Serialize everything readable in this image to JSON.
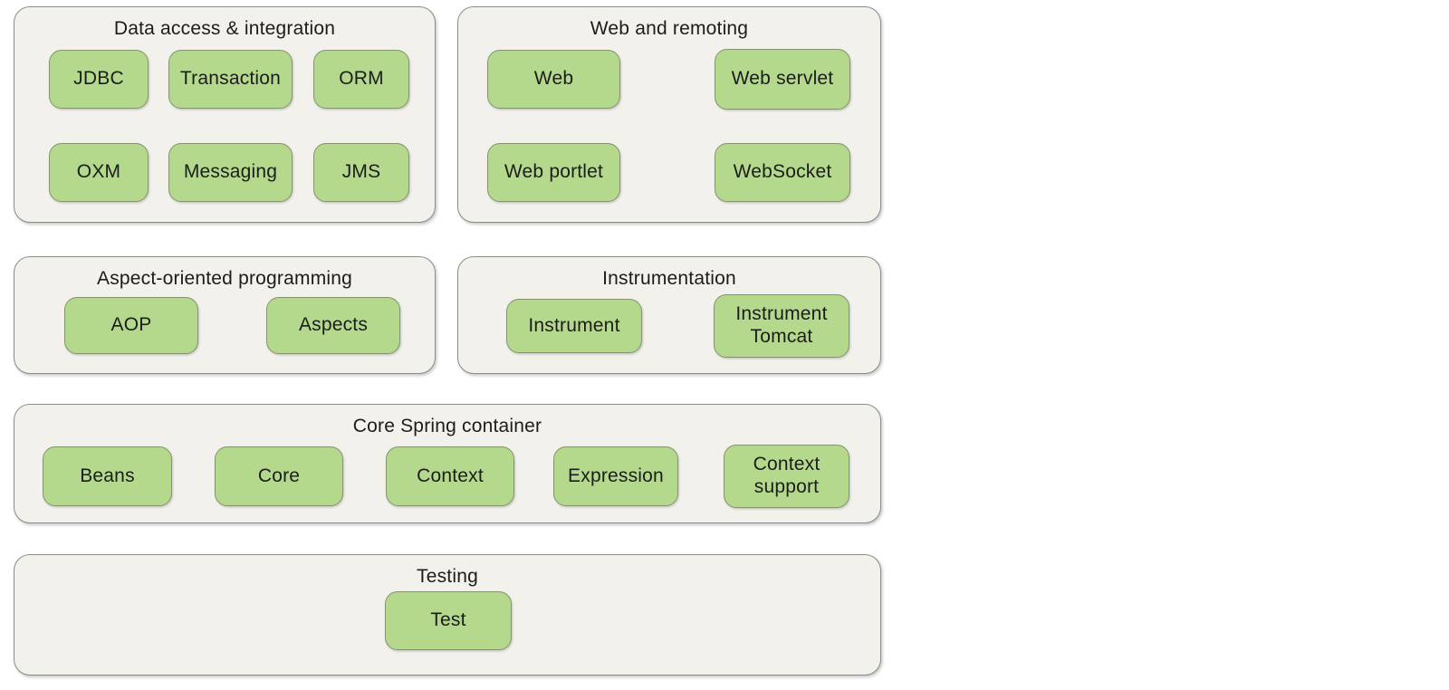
{
  "colors": {
    "page_background": "#ffffff",
    "panel_fill": "#f2f1ec",
    "panel_border": "#8c8c8c",
    "module_fill": "#b4d98c",
    "module_border": "#85946e",
    "text": "#1c1c1c"
  },
  "diagram": {
    "panels": [
      {
        "title": "Data access & integration",
        "modules": [
          "JDBC",
          "Transaction",
          "ORM",
          "OXM",
          "Messaging",
          "JMS"
        ]
      },
      {
        "title": "Web and remoting",
        "modules": [
          "Web",
          "Web servlet",
          "Web portlet",
          "WebSocket"
        ]
      },
      {
        "title": "Aspect-oriented programming",
        "modules": [
          "AOP",
          "Aspects"
        ]
      },
      {
        "title": "Instrumentation",
        "modules": [
          "Instrument",
          "Instrument Tomcat"
        ]
      },
      {
        "title": "Core Spring container",
        "modules": [
          "Beans",
          "Core",
          "Context",
          "Expression",
          "Context support"
        ]
      },
      {
        "title": "Testing",
        "modules": [
          "Test"
        ]
      }
    ]
  }
}
